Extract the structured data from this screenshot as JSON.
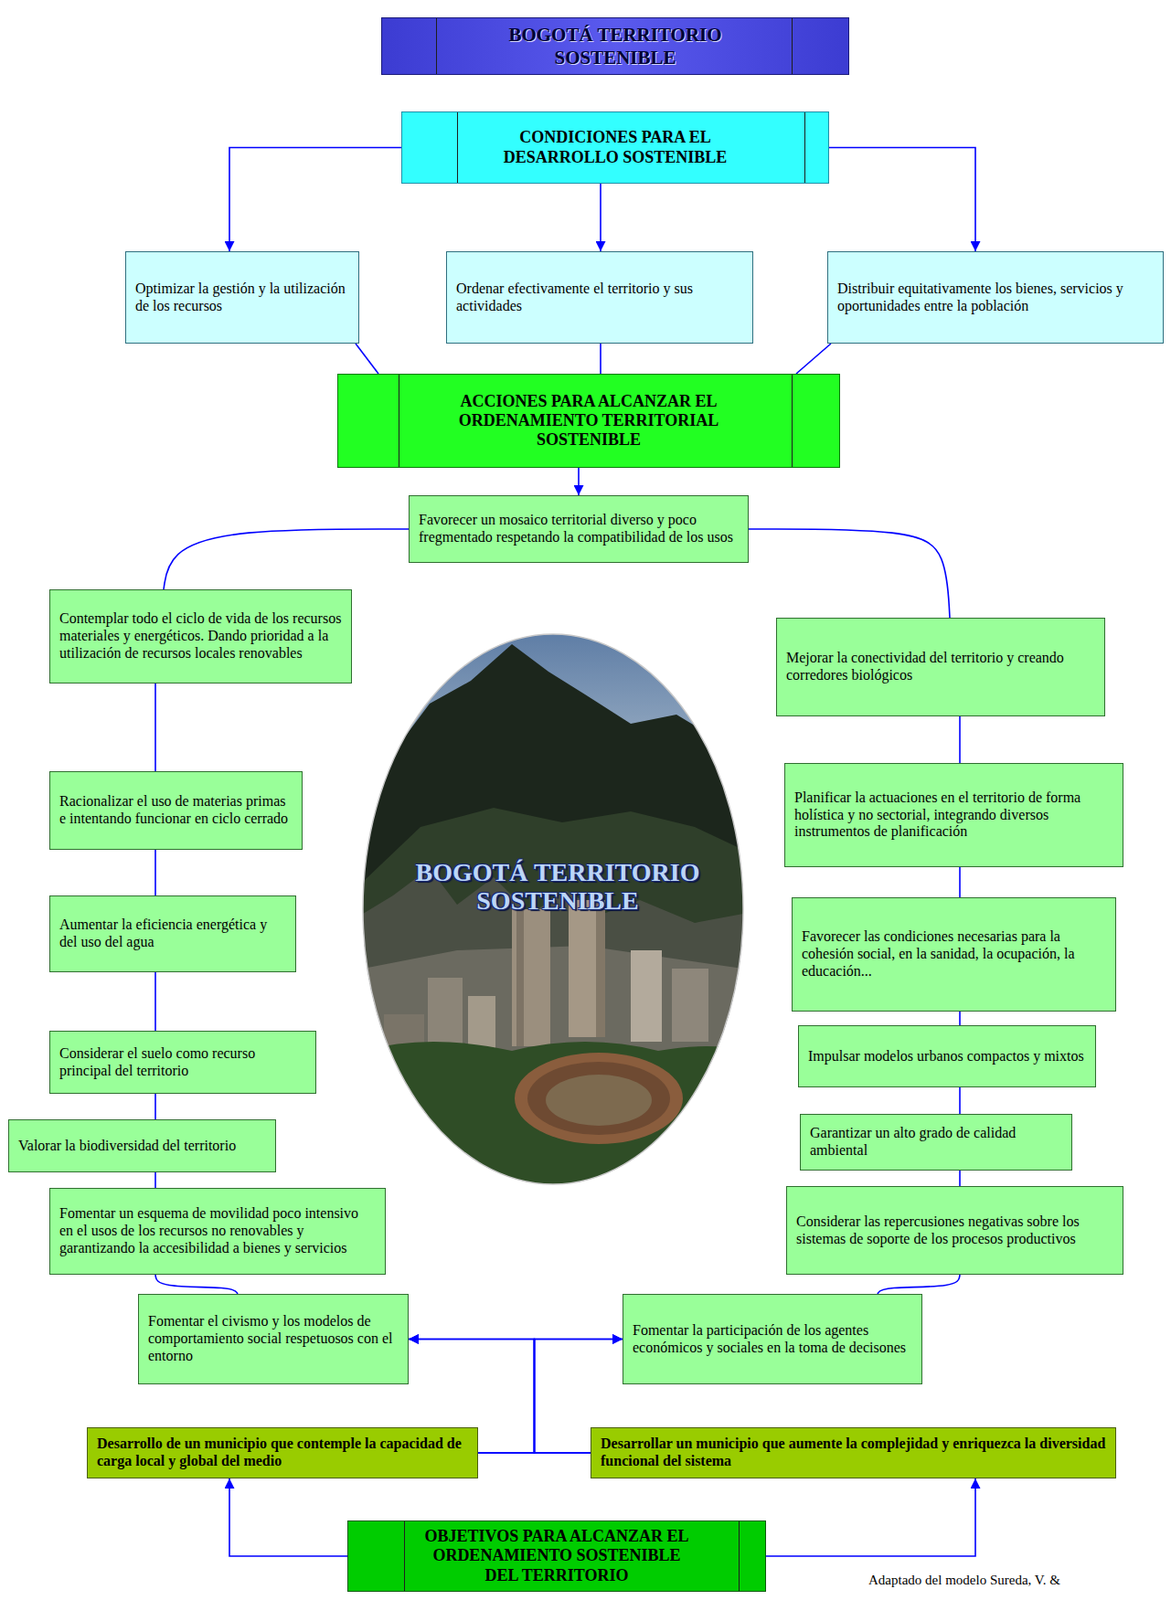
{
  "diagram": {
    "nodes": [
      {
        "text": [
          "BOGOTÁ TERRITORIO SOSTENIBLE"
        ]
      },
      {
        "text": [
          "CONDICIONES PARA EL DESARROLLO SOSTENIBLE"
        ]
      },
      {
        "text": [
          "Optimizar la gestión y la utilización de los recursos"
        ]
      },
      {
        "text": [
          "Ordenar efectivamente el territorio y sus actividades"
        ]
      },
      {
        "text": [
          "Distribuir equitativamente los bienes, servicios y oportunidades entre la población"
        ]
      },
      {
        "text": [
          "ACCIONES PARA ALCANZAR EL ORDENAMIENTO TERRITORIAL SOSTENIBLE"
        ]
      },
      {
        "text": [
          "Favorecer un mosaico territorial diverso y poco fregmentado respetando la compatibilidad de los usos"
        ]
      },
      {
        "text": [
          "Contemplar todo el ciclo de vida de los recursos materiales y energéticos. Dando prioridad a la utilización de recursos locales renovables"
        ]
      },
      {
        "text": [
          "Mejorar la conectividad del territorio y creando corredores biológicos"
        ]
      },
      {
        "text": [
          "Racionalizar el uso de materias primas e intentando funcionar en ciclo cerrado"
        ]
      },
      {
        "text": [
          "Planificar la actuaciones en el territorio de forma holística y no sectorial, integrando diversos instrumentos de planificación"
        ]
      },
      {
        "text": [
          "Aumentar la eficiencia energética y del uso del agua"
        ]
      },
      {
        "text": [
          "Favorecer las condiciones necesarias para la cohesión social, en la sanidad, la ocupación, la educación..."
        ]
      },
      {
        "text": [
          "Considerar el suelo como recurso principal del territorio"
        ]
      },
      {
        "text": [
          "Impulsar modelos urbanos compactos y mixtos"
        ]
      },
      {
        "text": [
          "Valorar la biodiversidad del territorio"
        ]
      },
      {
        "text": [
          "Garantizar un alto grado de calidad ambiental"
        ]
      },
      {
        "text": [
          "Fomentar un esquema de movilidad poco intensivo en el usos de los recursos no renovables y garantizando la accesibilidad a bienes y servicios"
        ]
      },
      {
        "text": [
          "Considerar las repercusiones negativas sobre los sistemas de soporte de los procesos productivos"
        ]
      },
      {
        "text": [
          "Fomentar el civismo y los modelos de comportamiento social respetuosos con el entorno"
        ]
      },
      {
        "text": [
          "Fomentar la participación de los agentes económicos y sociales en la toma de decisones"
        ]
      },
      {
        "text": [
          "Desarrollo de un municipio que contemple la capacidad de carga local y global del medio"
        ]
      },
      {
        "text": [
          "Desarrollar un municipio que aumente la complejidad y enriquezca la diversidad funcional del sistema"
        ]
      },
      {
        "text": [
          "OBJETIVOS PARA ALCANZAR EL ORDENAMIENTO SOSTENIBLE DEL TERRITORIO"
        ]
      }
    ],
    "edges": [
      {
        "from": 1,
        "to": 2,
        "arrow": "to"
      },
      {
        "from": 1,
        "to": 3,
        "arrow": "to"
      },
      {
        "from": 1,
        "to": 4,
        "arrow": "to"
      },
      {
        "from": 2,
        "to": 5,
        "arrow": "none"
      },
      {
        "from": 3,
        "to": 5,
        "arrow": "none"
      },
      {
        "from": 4,
        "to": 5,
        "arrow": "none"
      },
      {
        "from": 5,
        "to": 6,
        "arrow": "to"
      },
      {
        "from": 6,
        "to": 7,
        "arrow": "none"
      },
      {
        "from": 6,
        "to": 8,
        "arrow": "none"
      },
      {
        "from": 7,
        "to": 9,
        "arrow": "none"
      },
      {
        "from": 9,
        "to": 11,
        "arrow": "none"
      },
      {
        "from": 11,
        "to": 13,
        "arrow": "none"
      },
      {
        "from": 13,
        "to": 15,
        "arrow": "none"
      },
      {
        "from": 15,
        "to": 17,
        "arrow": "none"
      },
      {
        "from": 8,
        "to": 10,
        "arrow": "none"
      },
      {
        "from": 10,
        "to": 12,
        "arrow": "none"
      },
      {
        "from": 12,
        "to": 14,
        "arrow": "none"
      },
      {
        "from": 14,
        "to": 16,
        "arrow": "none"
      },
      {
        "from": 16,
        "to": 18,
        "arrow": "none"
      },
      {
        "from": 17,
        "to": 19,
        "arrow": "none"
      },
      {
        "from": 18,
        "to": 20,
        "arrow": "none"
      },
      {
        "from": 23,
        "to": 21,
        "arrow": "to"
      },
      {
        "from": 23,
        "to": 22,
        "arrow": "to"
      },
      {
        "from": 21,
        "to": 19,
        "arrow": "to"
      },
      {
        "from": 21,
        "to": 20,
        "arrow": "to"
      },
      {
        "from": 22,
        "to": 19,
        "arrow": "to"
      },
      {
        "from": 22,
        "to": 20,
        "arrow": "to"
      }
    ],
    "labels": [
      "BOGOTÁ TERRITORIO SOSTENIBLE",
      "Adaptado del modelo Sureda, V. &"
    ]
  }
}
